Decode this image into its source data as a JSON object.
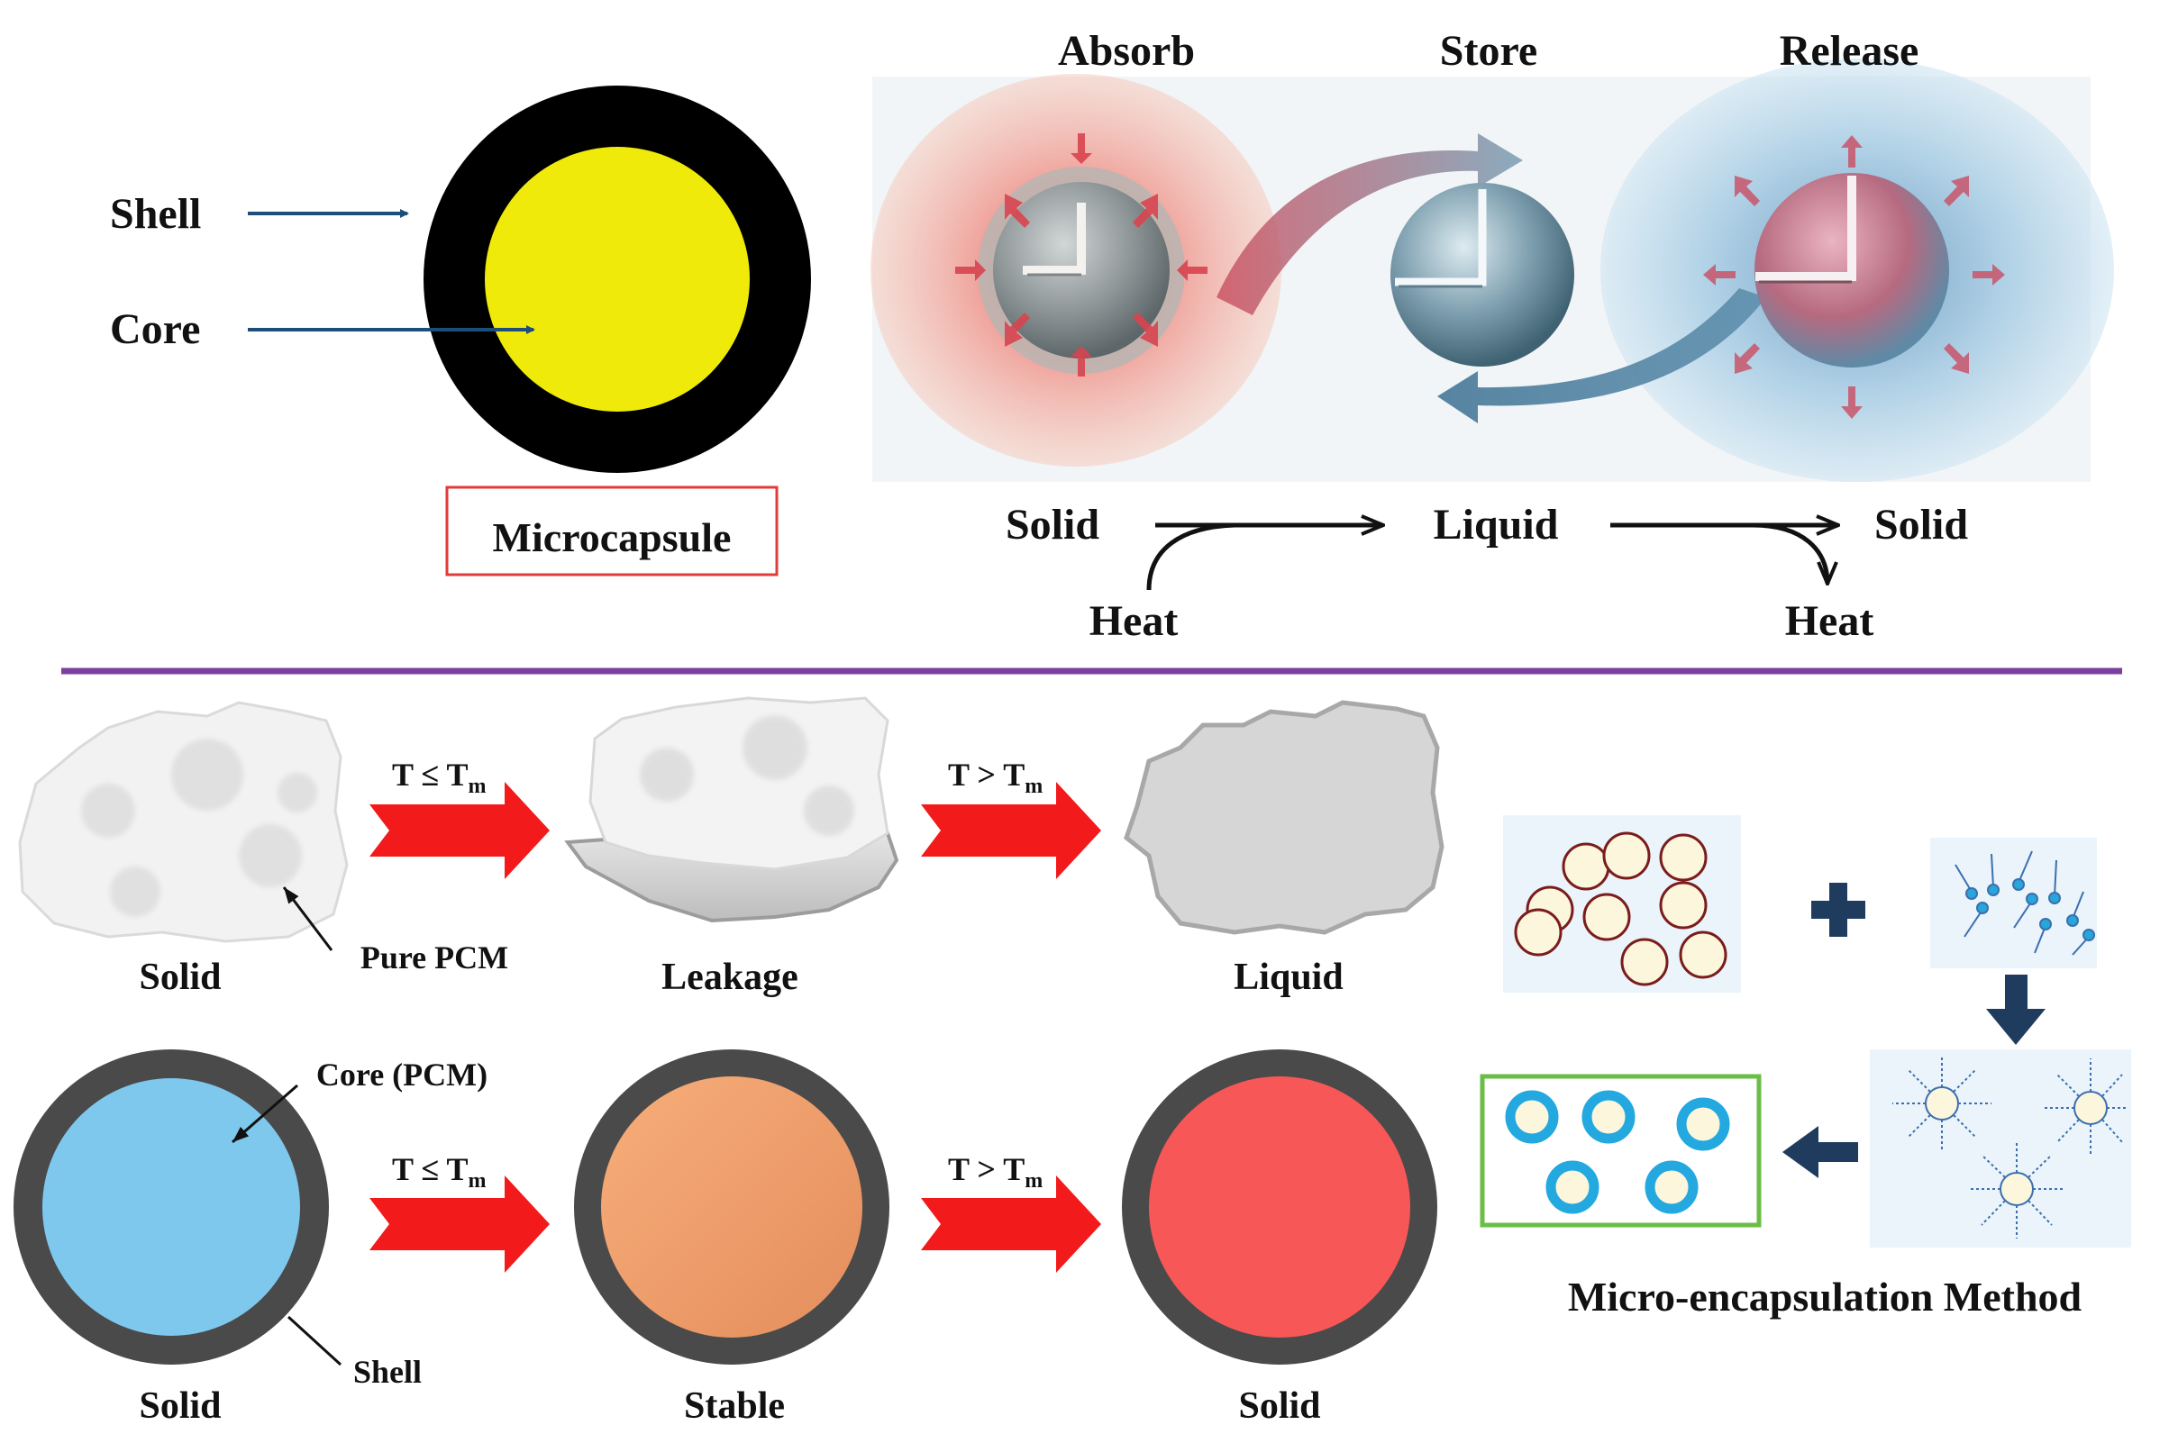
{
  "labels": {
    "shell": "Shell",
    "core": "Core",
    "microcapsule": "Microcapsule",
    "absorb": "Absorb",
    "store": "Store",
    "release": "Release",
    "solid_1": "Solid",
    "liquid_1": "Liquid",
    "solid_2": "Solid",
    "heat_in": "Heat",
    "heat_out": "Heat",
    "t_le_tm_1": "T ≤ T",
    "t_gt_tm_1": "T > T",
    "t_le_tm_2": "T ≤ T",
    "t_gt_tm_2": "T > T",
    "subscript_m": "m",
    "pure_pcm_solid": "Solid",
    "pure_pcm": "Pure PCM",
    "leakage": "Leakage",
    "liquid_2": "Liquid",
    "core_pcm": "Core (PCM)",
    "shell_2": "Shell",
    "solid_3": "Solid",
    "stable": "Stable",
    "solid_4": "Solid",
    "method": "Micro-encapsulation  Method"
  },
  "colors": {
    "core_yellow": "#EFEA0A",
    "shell_black": "#000000",
    "arrow_blue": "#1D4E7A",
    "divider_purple": "#7B3FA0",
    "red_arrow": "#F21A1A",
    "core_blue": "#7EC8EE",
    "core_orange": "#F3A06C",
    "core_red": "#F75757",
    "shell_gray": "#4A4A4A",
    "box_red": "#E23B3B",
    "box_green": "#6BBE45",
    "ring_cyan": "#24A8E0",
    "navy": "#1F3B5E"
  },
  "icons": [
    "plus-icon",
    "arrow-down-icon",
    "arrow-left-icon"
  ]
}
